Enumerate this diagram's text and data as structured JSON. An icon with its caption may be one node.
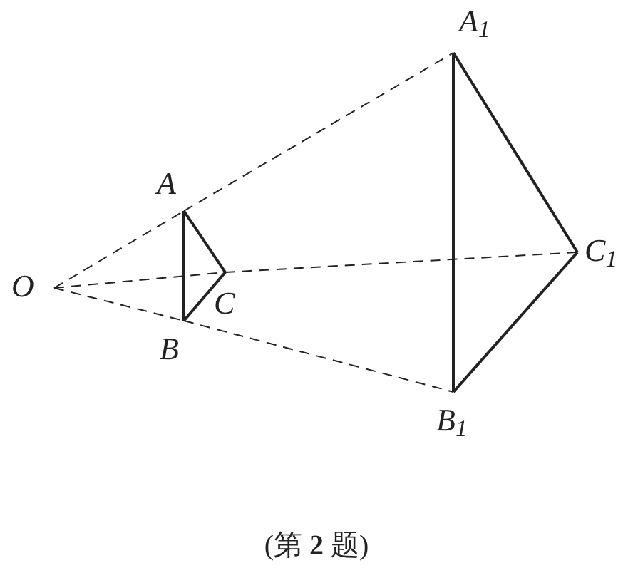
{
  "diagram": {
    "caption": "(第 **2** 题)",
    "nodes": [
      {
        "text": [
          "O"
        ]
      },
      {
        "text": [
          "A"
        ]
      },
      {
        "text": [
          "B"
        ]
      },
      {
        "text": [
          "C"
        ]
      },
      {
        "text": [
          "A$_{1}$"
        ]
      },
      {
        "text": [
          "B$_{1}$"
        ]
      },
      {
        "text": [
          "C$_{1}$"
        ]
      }
    ],
    "edges": [
      {
        "from": 0,
        "to": 1,
        "arrow": "none",
        "style": "dashed"
      },
      {
        "from": 1,
        "to": 4,
        "arrow": "none",
        "style": "dashed"
      },
      {
        "from": 0,
        "to": 2,
        "arrow": "none",
        "style": "dashed"
      },
      {
        "from": 2,
        "to": 5,
        "arrow": "none",
        "style": "dashed"
      },
      {
        "from": 0,
        "to": 3,
        "arrow": "none",
        "style": "dashed"
      },
      {
        "from": 3,
        "to": 6,
        "arrow": "none",
        "style": "dashed"
      },
      {
        "from": 1,
        "to": 2,
        "arrow": "none"
      },
      {
        "from": 2,
        "to": 3,
        "arrow": "none"
      },
      {
        "from": 3,
        "to": 1,
        "arrow": "none"
      },
      {
        "from": 4,
        "to": 5,
        "arrow": "none"
      },
      {
        "from": 5,
        "to": 6,
        "arrow": "none"
      },
      {
        "from": 6,
        "to": 4,
        "arrow": "none"
      }
    ]
  }
}
